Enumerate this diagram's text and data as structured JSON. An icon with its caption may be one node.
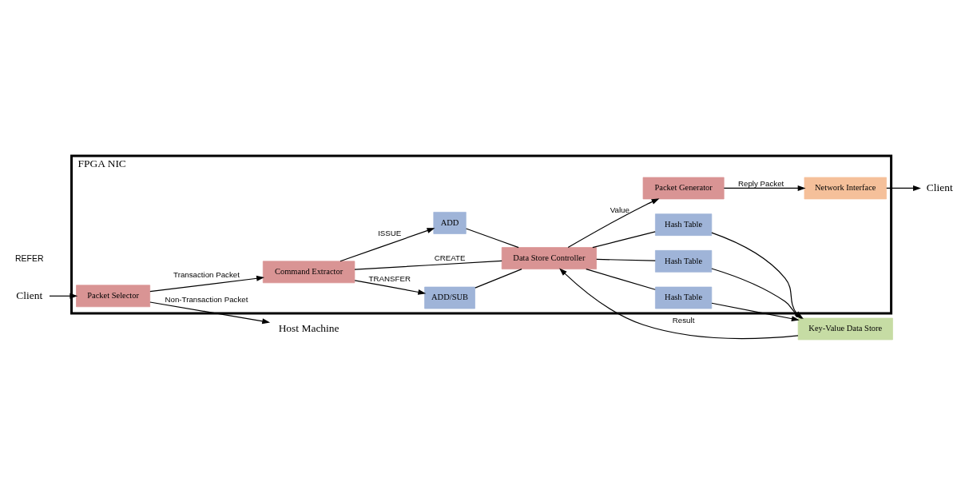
{
  "diagram": {
    "nodes": [
      {
        "text": [
          "FPGA NIC"
        ]
      },
      {
        "text": [
          "Host Machine"
        ]
      },
      {
        "text": [
          "Client"
        ]
      },
      {
        "text": [
          "Network Interface"
        ],
        "in": 0
      },
      {
        "text": [
          "Packet Generator"
        ],
        "in": 0
      },
      {
        "text": [
          "ADD/SUB"
        ],
        "in": 0
      },
      {
        "text": [
          "Data Store Controller"
        ],
        "in": 0
      },
      {
        "text": [
          "Hash Table"
        ],
        "in": 0
      },
      {
        "text": [
          "Command Extractor"
        ],
        "in": 0
      },
      {
        "text": [
          "Hash Table"
        ],
        "in": 0
      },
      {
        "text": [
          "Key-Value Data Store"
        ]
      },
      {
        "text": [
          "Packet Selector"
        ],
        "in": 0
      },
      {
        "text": [
          "ADD"
        ],
        "in": 0
      },
      {
        "text": [
          "Hash Table"
        ],
        "in": 0
      },
      {
        "text": [
          "Client"
        ]
      }
    ],
    "edges": [
      {
        "from": 11,
        "to": 1,
        "arrow": "to",
        "label": "Non-Transaction Packet"
      },
      {
        "from": 3,
        "to": 2,
        "arrow": "to"
      },
      {
        "from": 4,
        "to": 3,
        "arrow": "to",
        "label": "Reply Packet"
      },
      {
        "from": 6,
        "to": 4,
        "arrow": "to",
        "label": "Value"
      },
      {
        "from": 10,
        "to": 6,
        "arrow": "to",
        "label": "Result"
      },
      {
        "from": 8,
        "to": 5,
        "arrow": "to",
        "label": "TRANSFER"
      },
      {
        "from": 8,
        "to": 6,
        "arrow": "none",
        "label": "CREATE"
      },
      {
        "from": 8,
        "to": 12,
        "arrow": "to",
        "label": "ISSUE"
      },
      {
        "from": 11,
        "to": 8,
        "arrow": "to",
        "label": "Transaction Packet"
      },
      {
        "from": 14,
        "to": 11,
        "arrow": "to"
      },
      {
        "from": 5,
        "to": 6,
        "arrow": "none"
      },
      {
        "from": 12,
        "to": 6,
        "arrow": "none"
      },
      {
        "from": 6,
        "to": 7,
        "arrow": "none"
      },
      {
        "from": 6,
        "to": 9,
        "arrow": "none"
      },
      {
        "from": 6,
        "to": 13,
        "arrow": "none"
      },
      {
        "from": 7,
        "to": 10,
        "arrow": "to"
      },
      {
        "from": 9,
        "to": 10,
        "arrow": "to"
      },
      {
        "from": 13,
        "to": 10,
        "arrow": "to"
      }
    ],
    "labels": [
      "REFER"
    ]
  }
}
